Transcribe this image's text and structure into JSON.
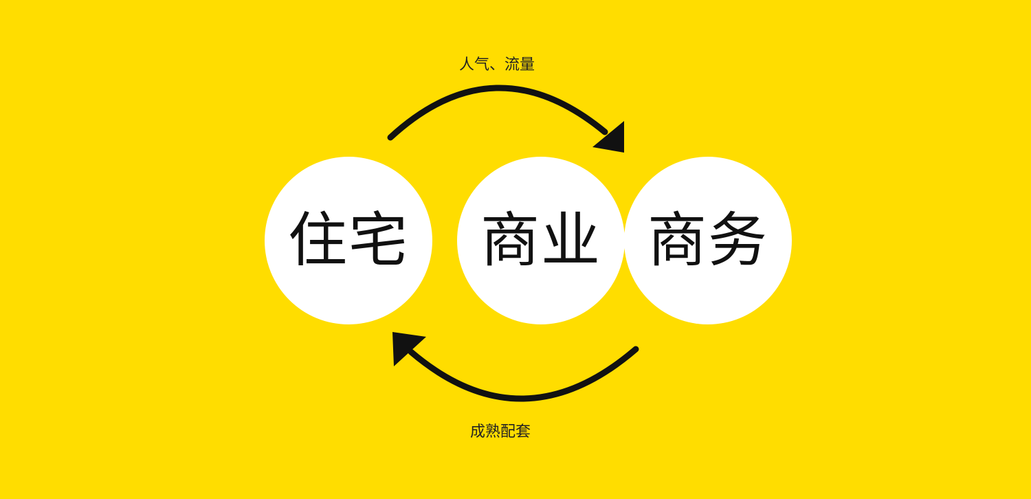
{
  "colors": {
    "background": "#FFDD00",
    "circle_fill": "#FFFFFF",
    "text": "#111111",
    "arrow": "#111111"
  },
  "circles": [
    {
      "label": "住宅"
    },
    {
      "label": "商业"
    },
    {
      "label": "商务"
    }
  ],
  "arrows": {
    "top": {
      "label": "人气、流量",
      "direction": "left-to-right"
    },
    "bottom": {
      "label": "成熟配套",
      "direction": "right-to-left"
    }
  }
}
